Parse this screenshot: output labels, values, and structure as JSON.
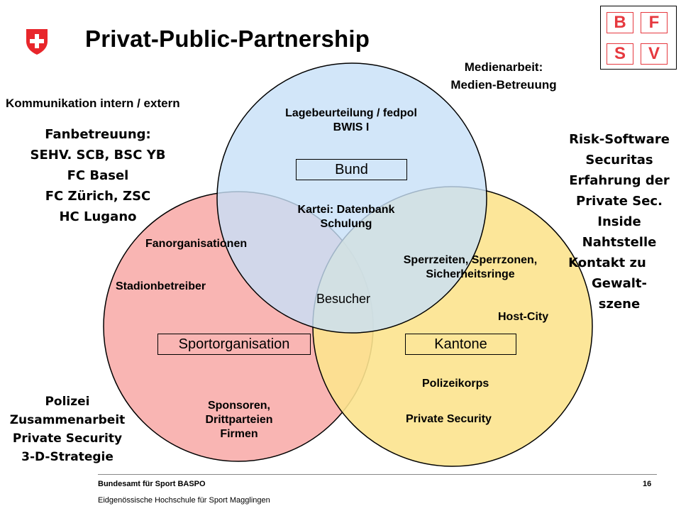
{
  "header": {
    "title": "Privat-Public-Partnership",
    "logo_letters": [
      "B",
      "F",
      "S",
      "V"
    ]
  },
  "circles": {
    "bund_label": "Bund",
    "sport_label": "Sportorganisation",
    "kantone_label": "Kantone",
    "center_label": "Besucher",
    "bund_text": [
      "Lagebeurteilung / fedpol",
      "BWIS I"
    ],
    "bund_sport_text": [
      "Kartei: Datenbank",
      "Schulung"
    ],
    "bund_kantone_text": [
      "Sperrzeiten, Sperrzonen,",
      "Sicherheitsringe"
    ],
    "sport_text": [
      "Fanorganisationen",
      "Stadionbetreiber"
    ],
    "sponsoren_text": [
      "Sponsoren,",
      "Drittparteien",
      "Firmen"
    ],
    "kantone_text": [
      "Host-City",
      "Polizeikorps",
      "Private Security"
    ],
    "colors": {
      "bund": "#c7e0f8",
      "sport": "#f9b5b3",
      "kantone": "#fce38e"
    }
  },
  "outer": {
    "medienarbeit": [
      "Medienarbeit:",
      "Medien-Betreuung"
    ],
    "kommunikation": "Kommunikation intern / extern",
    "fanbetreuung": [
      "Fanbetreuung:",
      "SEHV. SCB, BSC YB",
      "FC Basel",
      "FC Zürich, ZSC",
      "HC Lugano"
    ],
    "risk": [
      "Risk-Software",
      "Securitas",
      "Erfahrung der",
      "Private Sec.",
      "Inside",
      "Nahtstelle",
      "Kontakt zu",
      "Gewalt-",
      "szene"
    ],
    "polizei": [
      "Polizei",
      "Zusammenarbeit",
      "Private Security",
      "3-D-Strategie"
    ]
  },
  "footer": {
    "org": "Bundesamt für Sport BASPO",
    "page": "16",
    "school": "Eidgenössische Hochschule für Sport Magglingen"
  }
}
